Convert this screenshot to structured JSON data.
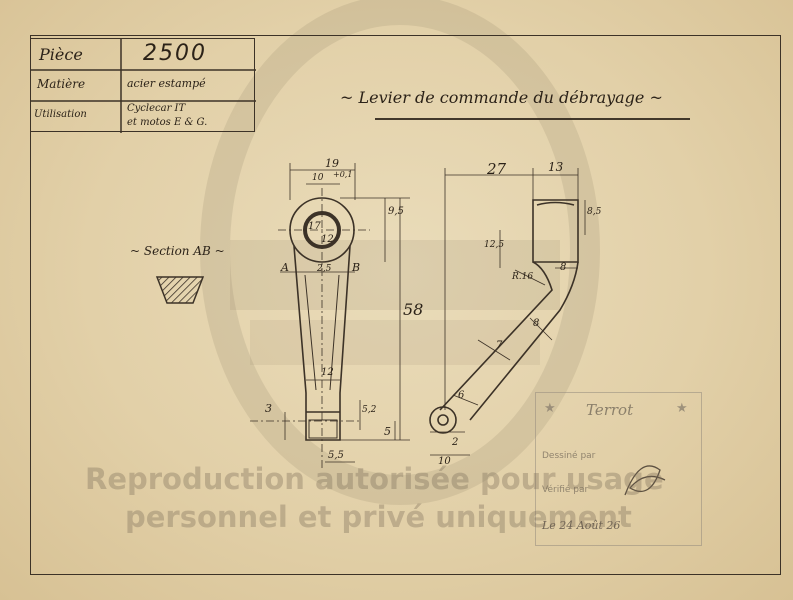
{
  "title_block": {
    "piece_label": "Pièce",
    "piece_value": "2500",
    "matiere_label": "Matière",
    "matiere_value": "acier estampé",
    "utilisation_label": "Utilisation",
    "utilisation_line1": "Cyclecar IT",
    "utilisation_line2": "et motos E & G."
  },
  "drawing_title": "Levier de commande du débrayage",
  "section_label": "Section AB",
  "dimensions": {
    "d19": "19",
    "d10": "10",
    "d01": "+0,1",
    "d17": "17",
    "d12a": "12",
    "d95": "9,5",
    "A": "A",
    "B": "B",
    "d25": "2,5",
    "d58": "58",
    "d12b": "12",
    "d3": "3",
    "d52": "5,2",
    "d5": "5",
    "d55": "5,5",
    "d27": "27",
    "d13": "13",
    "d85": "8,5",
    "d125": "12,5",
    "r16": "R.16",
    "d8a": "8",
    "d8b": "8",
    "d7": "7",
    "d6": "6",
    "d2": "2",
    "d10b": "10"
  },
  "watermark": {
    "line1": "Reproduction autorisée pour usage",
    "line2": "personnel et privé uniquement"
  },
  "stamp": {
    "brand": "Terrot",
    "dessine": "Dessiné par",
    "verifie": "Vérifié par",
    "date": "Le 24 Août 26"
  },
  "ink_color": "#3c3227"
}
